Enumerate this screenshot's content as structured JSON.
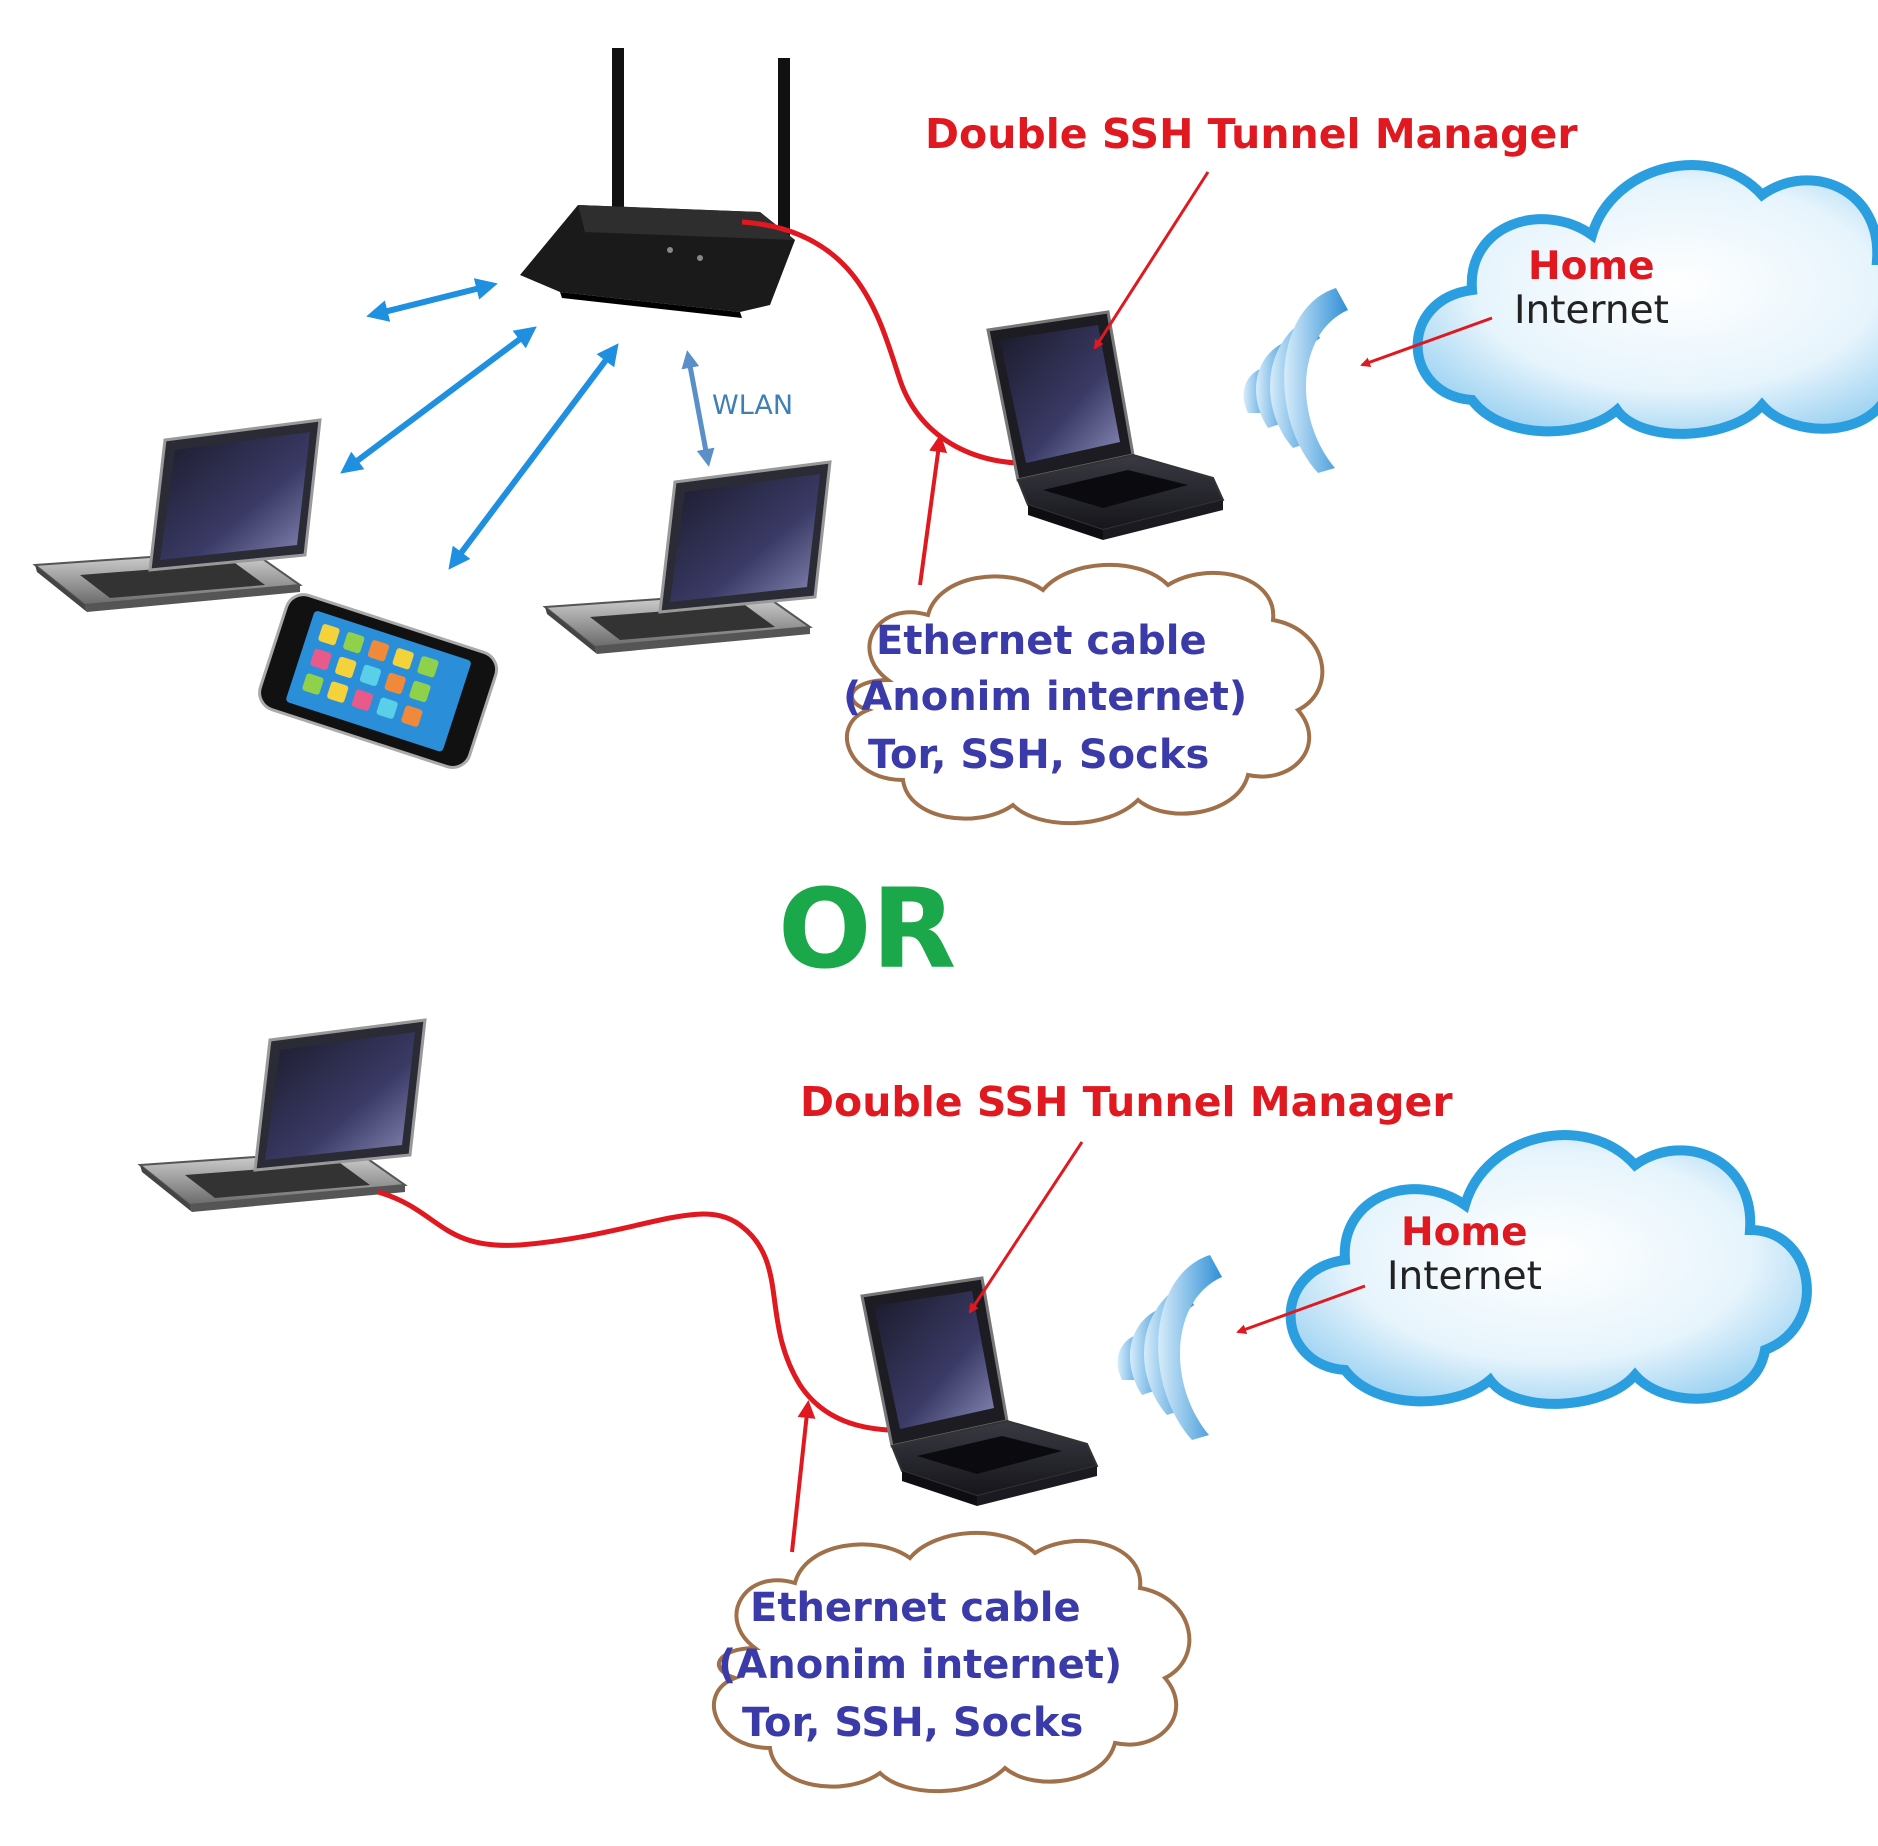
{
  "top_diagram": {
    "manager_label": "Double SSH Tunnel Manager",
    "wlan_label": "WLAN",
    "cloud_line1": "Home",
    "cloud_line2": "Internet",
    "ethernet_line1": "Ethernet cable",
    "ethernet_line2": "(Anonim internet)",
    "ethernet_line3": "Tor, SSH, Socks"
  },
  "separator": "OR",
  "bottom_diagram": {
    "manager_label": "Double SSH Tunnel Manager",
    "cloud_line1": "Home",
    "cloud_line2": "Internet",
    "ethernet_line1": "Ethernet cable",
    "ethernet_line2": "(Anonim internet)",
    "ethernet_line3": "Tor, SSH, Socks"
  },
  "colors": {
    "label_red": "#e0181f",
    "label_blue": "#3a3aa8",
    "or_green": "#1aa84a",
    "cable_red": "#e0181f",
    "wifi_arrow_blue": "#1f8fe0",
    "cloud_blue": "#2b9ee0",
    "bubble_brown": "#a0704a"
  }
}
